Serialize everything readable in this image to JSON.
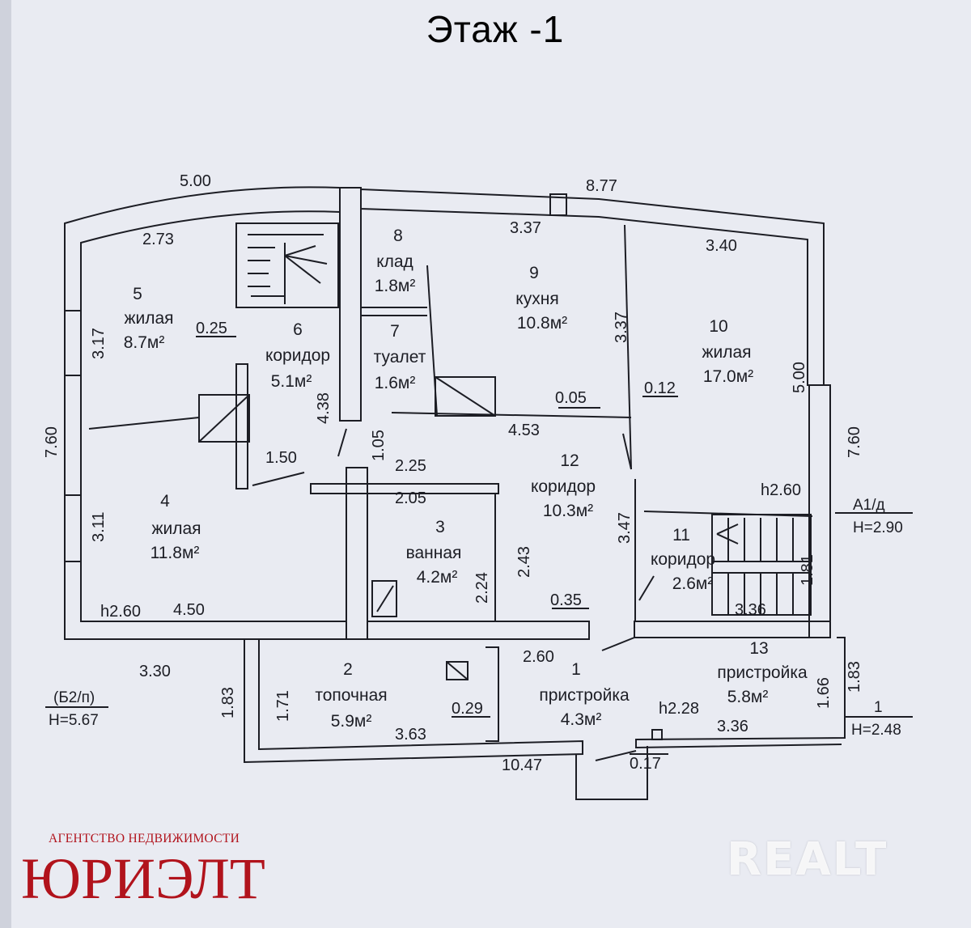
{
  "plan": {
    "title": "Этаж -1",
    "rooms": [
      {
        "num": "1",
        "name": "пристройка",
        "area": "4.3м²"
      },
      {
        "num": "2",
        "name": "топочная",
        "area": "5.9м²"
      },
      {
        "num": "3",
        "name": "ванная",
        "area": "4.2м²"
      },
      {
        "num": "4",
        "name": "жилая",
        "area": "11.8м²"
      },
      {
        "num": "5",
        "name": "жилая",
        "area": "8.7м²"
      },
      {
        "num": "6",
        "name": "коридор",
        "area": "5.1м²"
      },
      {
        "num": "7",
        "name": "туалет",
        "area": "1.6м²"
      },
      {
        "num": "8",
        "name": "клад",
        "area": "1.8м²"
      },
      {
        "num": "9",
        "name": "кухня",
        "area": "10.8м²"
      },
      {
        "num": "10",
        "name": "жилая",
        "area": "17.0м²"
      },
      {
        "num": "11",
        "name": "коридор",
        "area": "2.6м²"
      },
      {
        "num": "12",
        "name": "коридор",
        "area": "10.3м²"
      },
      {
        "num": "13",
        "name": "пристройка",
        "area": "5.8м²"
      }
    ],
    "dimensions": {
      "top_left": "5.00",
      "top_right": "8.77",
      "d_3_37_top": "3.37",
      "d_3_40": "3.40",
      "d_2_73": "2.73",
      "d_0_25": "0.25",
      "d_3_17": "3.17",
      "d_7_60_left": "7.60",
      "d_3_11": "3.11",
      "d_4_38": "4.38",
      "d_1_05": "1.05",
      "d_1_50": "1.50",
      "d_2_25": "2.25",
      "d_2_05": "2.05",
      "d_2_43": "2.43",
      "d_2_24": "2.24",
      "d_0_35": "0.35",
      "d_4_53": "4.53",
      "d_0_05": "0.05",
      "d_0_12": "0.12",
      "d_3_37_vert": "3.37",
      "d_5_00_right": "5.00",
      "d_7_60_right": "7.60",
      "d_3_47": "3.47",
      "d_1_81": "1.81",
      "d_3_36_inner": "3.36",
      "h_2_60_right": "h2.60",
      "h_2_60_left": "h2.60",
      "d_4_50": "4.50",
      "d_3_30": "3.30",
      "d_2_60": "2.60",
      "d_1_83_left": "1.83",
      "d_1_71": "1.71",
      "d_0_29": "0.29",
      "d_3_63": "3.63",
      "d_10_47": "10.47",
      "d_0_17": "0.17",
      "h_2_28": "h2.28",
      "d_3_36_annex": "3.36",
      "d_1_66": "1.66",
      "d_1_83_right": "1.83"
    },
    "markers": {
      "b2p_top": "(Б2/п)",
      "b2p_bottom": "H=5.67",
      "a1d_top": "А1/д",
      "a1d_bottom": "H=2.90",
      "one_top": "1",
      "one_bottom": "H=2.48"
    }
  },
  "branding": {
    "agency_tagline": "АГЕНТСТВО НЕДВИЖИМОСТИ",
    "agency_name": "ЮРИЭЛТ",
    "watermark": "REALT"
  },
  "colors": {
    "ink": "#1c1d24",
    "paper": "#e9ebf2",
    "logo_red": "#b1131c"
  }
}
